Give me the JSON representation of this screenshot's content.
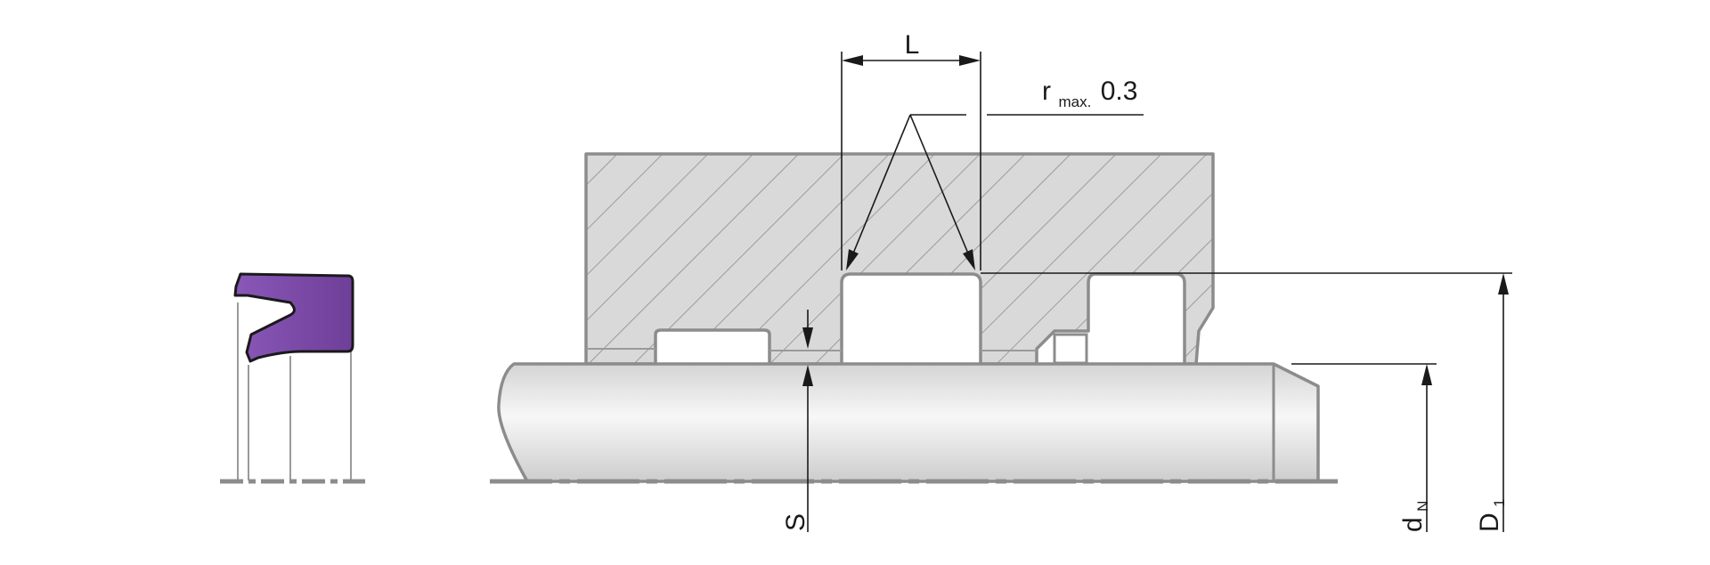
{
  "colors": {
    "seal_fill": "#7c4aa6",
    "seal_outline": "#1a1a1a",
    "housing_fill": "#d9d9d9",
    "hatch": "#8c8c8c",
    "outline": "#8c8c8c",
    "rod_light": "#f7f7f7",
    "rod_dark": "#cfcfcf",
    "dimension": "#1a1a1a"
  },
  "labels": {
    "length": "L",
    "radius_main": "r",
    "radius_sub": "max.",
    "radius_value": "0.3",
    "section": "S",
    "rod_diameter_main": "d",
    "rod_diameter_sub": "N",
    "groove_diameter_main": "D",
    "groove_diameter_sub": "1"
  }
}
